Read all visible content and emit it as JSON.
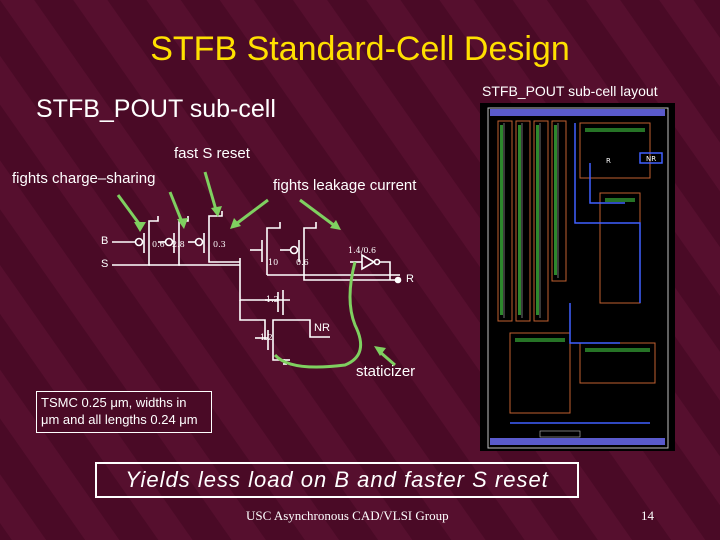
{
  "slide": {
    "title": "STFB Standard-Cell Design",
    "subtitle": "STFB_POUT sub-cell",
    "layout_label": "STFB_POUT sub-cell layout",
    "footer": "USC Asynchronous CAD/VLSI Group",
    "page_number": "14"
  },
  "annotations": {
    "fast_reset": "fast S reset",
    "charge_sharing": "fights charge–sharing",
    "leakage": "fights leakage current",
    "staticizer": "staticizer"
  },
  "schematic": {
    "pin_b": "B",
    "pin_s": "S",
    "pin_r": "R",
    "node_nr": "NR",
    "w1": "0.6",
    "w2": "2.8",
    "w3": "0.3",
    "w4": "10",
    "w5": "0.6",
    "w6": "1.4/0.6",
    "w7": "1.2",
    "w8": "1.2"
  },
  "note": {
    "line1": "TSMC 0.25 μm, widths in",
    "line2": "μm and all lengths 0.24 μm"
  },
  "result": "Yields less load on B and faster S reset",
  "layout_pins": {
    "nr": "NR",
    "r": "R"
  },
  "colors": {
    "background": "#4a0a26",
    "title": "#ffe000",
    "arrow": "#7fd060",
    "layout_bg": "#000000"
  }
}
